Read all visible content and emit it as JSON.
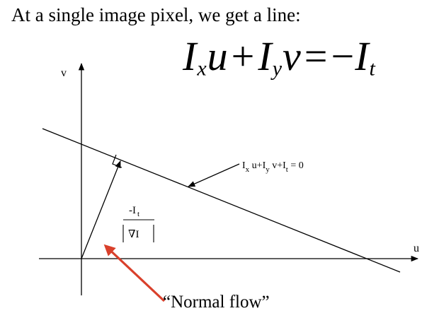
{
  "slide": {
    "heading": "At a single image pixel, we get a line:",
    "equation": {
      "t1": "I",
      "s1": "x",
      "v1": "u",
      "plus": "+",
      "t2": "I",
      "s2": "y",
      "v2": "v",
      "equals": "=",
      "rhs_sign": "−",
      "t3": "I",
      "s3": "t"
    }
  },
  "diagram": {
    "axis_v_label": "v",
    "axis_u_label": "u",
    "line_label": {
      "p1": "I",
      "s1": "x",
      "p2": " u+I",
      "s2": "y",
      "p3": " v+I",
      "s3": "t",
      "tail": " = 0"
    },
    "fraction": {
      "numerator": "-I",
      "numerator_sub": "t",
      "denominator": "∇I"
    },
    "callout": "“Normal flow”",
    "colors": {
      "ink": "#000000",
      "callout_arrow": "#d9402b"
    }
  }
}
